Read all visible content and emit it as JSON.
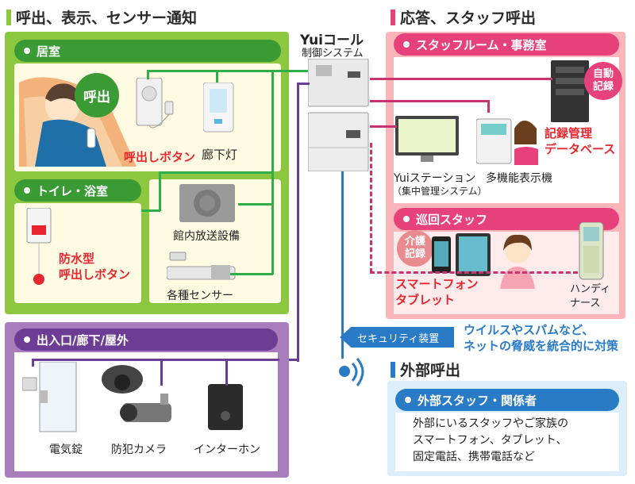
{
  "sections": {
    "left_title": "呼出、表示、センサー通知",
    "right_title": "応答、スタッフ呼出",
    "external_title": "外部呼出"
  },
  "colors": {
    "green": "#8dc63f",
    "green_dark": "#3a9b35",
    "pink": "#e7417c",
    "pink_light": "#f9b5b9",
    "purple": "#6d3d95",
    "purple_light": "#a77dbc",
    "blue": "#2a7bc6",
    "blue_light": "#dceefa"
  },
  "system": {
    "brand": "Yuiコール",
    "sub": "制御システム"
  },
  "kyoshitsu": {
    "title": "居室",
    "bubble": "呼出",
    "call_button": "呼出しボタン",
    "corridor_light": "廊下灯"
  },
  "toilet": {
    "title": "トイレ・浴室",
    "waterproof": "防水型\n呼出しボタン",
    "broadcast": "館内放送設備",
    "sensors": "各種センサー"
  },
  "entrance": {
    "title": "出入口/廊下/屋外",
    "items": [
      "電気錠",
      "防犯カメラ",
      "インターホン"
    ]
  },
  "staff_room": {
    "title": "スタッフルーム・事務室",
    "auto_record": "自動\n記録",
    "record_db": "記録管理\nデータベース",
    "yui_station": "Yuiステーション",
    "yui_station_sub": "（集中管理システム）",
    "multi_display": "多機能表示機"
  },
  "patrol": {
    "title": "巡回スタッフ",
    "care_record": "介護\n記録",
    "smartphone": "スマートフォン\nタブレット",
    "handy": "ハンディ\nナース"
  },
  "security": {
    "label": "セキュリティ装置",
    "desc": "ウイルスやスパムなど、\nネットの脅威を統合的に対策"
  },
  "external": {
    "title": "外部スタッフ・関係者",
    "desc": "外部にいるスタッフやご家族の\nスマートフォン、タブレット、\n固定電話、携帯電話など"
  }
}
